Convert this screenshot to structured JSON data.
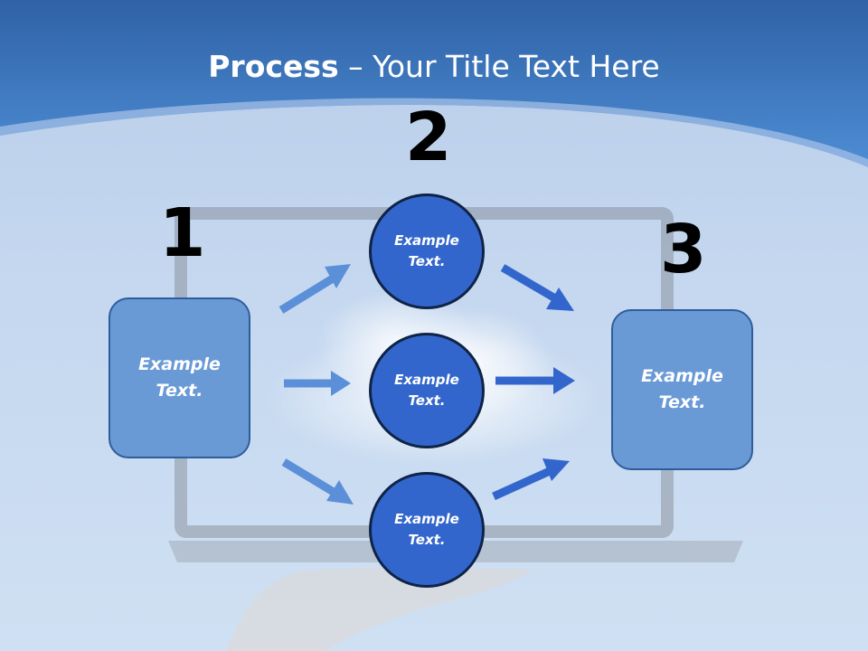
{
  "slide": {
    "title_bold": "Process",
    "title_rest": " – Your Title Text Here"
  },
  "steps": {
    "n1": "1",
    "n2": "2",
    "n3": "3"
  },
  "nodes": {
    "left_box": "Example Text.",
    "circle_top": "Example Text.",
    "circle_middle": "Example Text.",
    "circle_bottom": "Example Text.",
    "right_box": "Example Text."
  },
  "colors": {
    "header": "#3c78c0",
    "box_fill": "#6a9ad6",
    "circle_fill": "#3366cc",
    "arrow_light": "#5b8fd8",
    "arrow_dark": "#3366cc"
  }
}
